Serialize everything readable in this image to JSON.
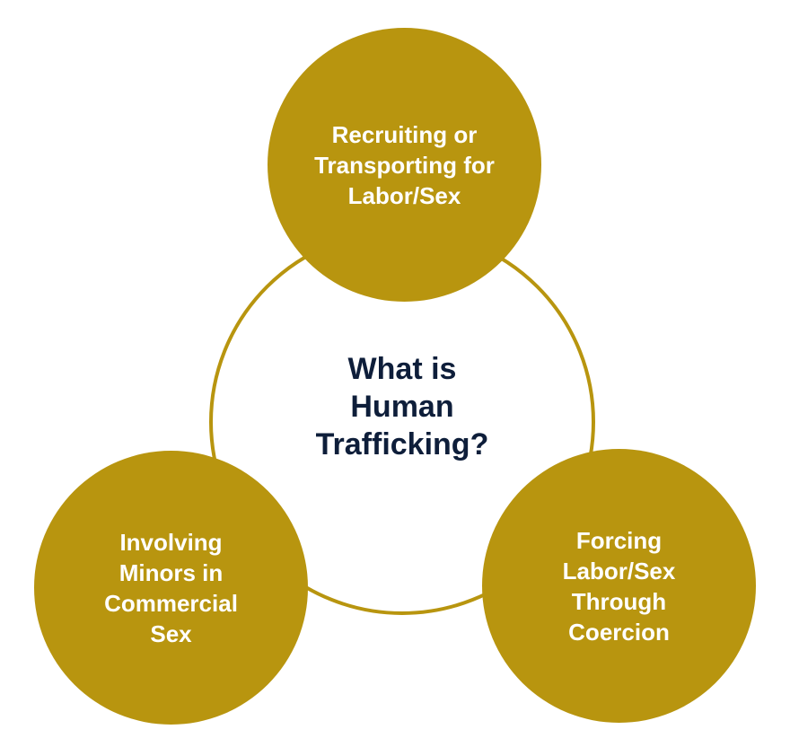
{
  "center": {
    "lines": [
      "What is",
      "Human",
      "Trafficking?"
    ]
  },
  "nodes": [
    {
      "id": "top",
      "lines": [
        "Recruiting or",
        "Transporting for",
        "Labor/Sex"
      ]
    },
    {
      "id": "right",
      "lines": [
        "Forcing",
        "Labor/Sex",
        "Through",
        "Coercion"
      ]
    },
    {
      "id": "left",
      "lines": [
        "Involving",
        "Minors in",
        "Commercial",
        "Sex"
      ]
    }
  ],
  "colors": {
    "accent": "#B8950F",
    "center_text": "#0E1E3A",
    "node_text": "#FFFFFF",
    "background": "#FFFFFF"
  }
}
